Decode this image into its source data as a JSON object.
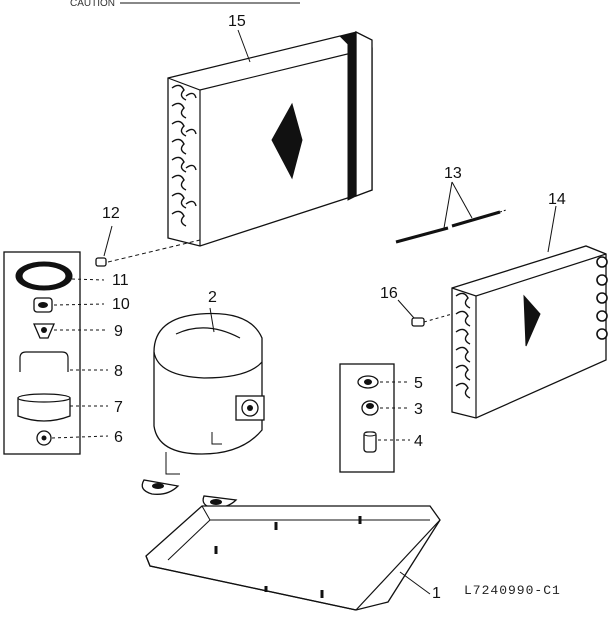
{
  "caption": "CAUTION",
  "drawing_code": "L7240990-C1",
  "labels": {
    "p1": "1",
    "p2": "2",
    "p3": "3",
    "p4": "4",
    "p5": "5",
    "p6": "6",
    "p7": "7",
    "p8": "8",
    "p9": "9",
    "p10": "10",
    "p11": "11",
    "p12": "12",
    "p13": "13",
    "p14": "14",
    "p15": "15",
    "p16": "16"
  }
}
